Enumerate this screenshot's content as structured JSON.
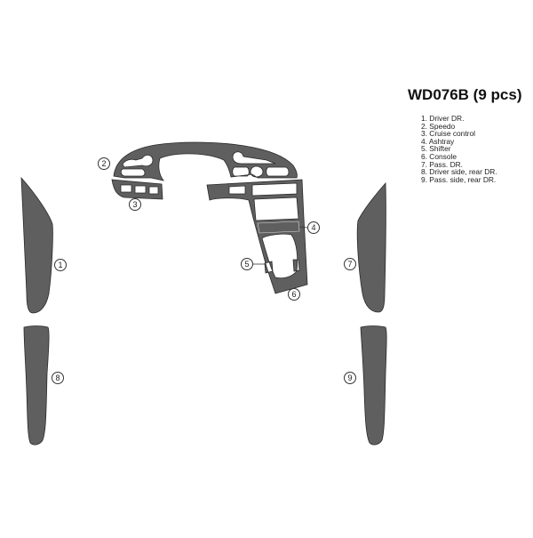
{
  "product": {
    "code": "WD076B",
    "count_label": "(9 pcs)",
    "title": "WD076B (9 pcs)"
  },
  "legend": [
    {
      "num": "1",
      "label": "1. Driver DR."
    },
    {
      "num": "2",
      "label": "2. Speedo"
    },
    {
      "num": "3",
      "label": "3. Cruise control"
    },
    {
      "num": "4",
      "label": "4. Ashtray"
    },
    {
      "num": "5",
      "label": "5. Shifter"
    },
    {
      "num": "6",
      "label": "6. Console"
    },
    {
      "num": "7",
      "label": "7. Pass. DR."
    },
    {
      "num": "8",
      "label": "8. Driver side, rear DR."
    },
    {
      "num": "9",
      "label": "9. Pass. side, rear DR."
    }
  ],
  "callouts": {
    "c1": "1",
    "c2": "2",
    "c3": "3",
    "c4": "4",
    "c5": "5",
    "c6": "6",
    "c7": "7",
    "c8": "8",
    "c9": "9"
  },
  "colors": {
    "piece_fill": "#5f5f5f",
    "piece_outline": "#2a2a2a",
    "background": "#ffffff"
  }
}
